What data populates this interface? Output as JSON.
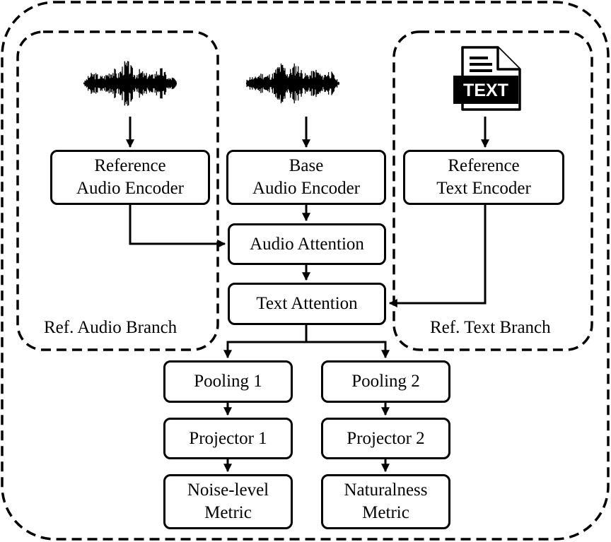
{
  "nodes": {
    "ref_audio_encoder": "Reference\nAudio Encoder",
    "base_audio_encoder": "Base\nAudio Encoder",
    "ref_text_encoder": "Reference\nText Encoder",
    "audio_attention": "Audio Attention",
    "text_attention": "Text Attention",
    "pooling_1": "Pooling 1",
    "pooling_2": "Pooling 2",
    "projector_1": "Projector 1",
    "projector_2": "Projector 2",
    "noise_metric": "Noise-level\nMetric",
    "naturalness_metric": "Naturalness\nMetric"
  },
  "branches": {
    "audio": "Ref. Audio Branch",
    "text": "Ref. Text Branch"
  },
  "document_icon": {
    "label": "TEXT",
    "icon": "text-document-icon"
  },
  "waveform_icon": "audio-waveform-icon",
  "colors": {
    "stroke": "#000000",
    "background": "#ffffff"
  }
}
